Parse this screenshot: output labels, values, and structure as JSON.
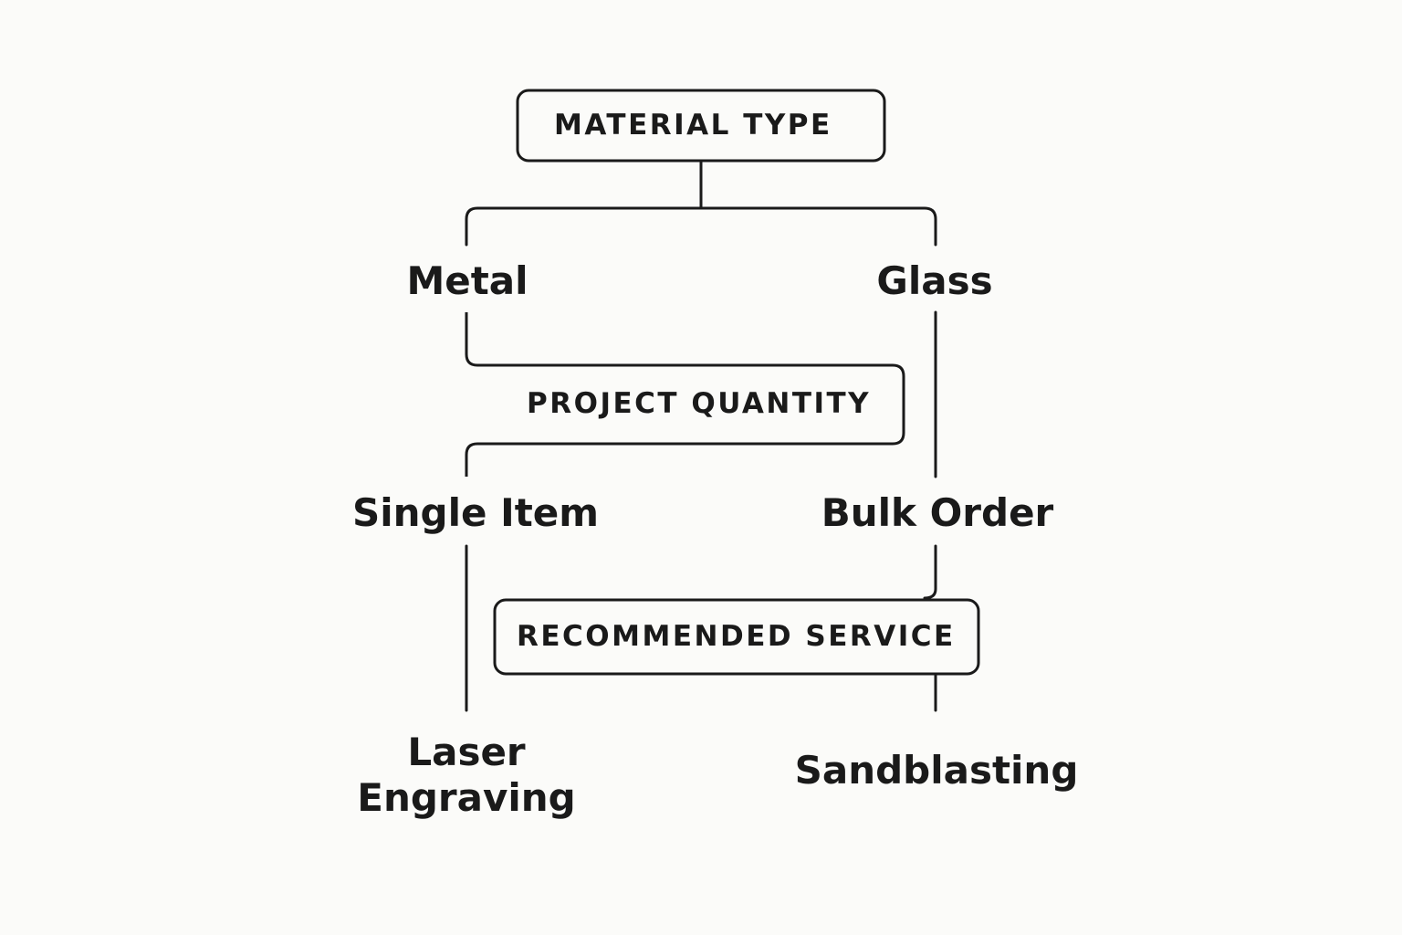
{
  "decision_boxes": {
    "material_type": "MATERIAL TYPE",
    "project_quantity": "PROJECT QUANTITY",
    "recommended_service": "RECOMMENDED SERVICE"
  },
  "options": {
    "metal": "Metal",
    "glass": "Glass",
    "single_item": "Single Item",
    "bulk_order": "Bulk Order"
  },
  "services": {
    "laser_engraving_line1": "Laser",
    "laser_engraving_line2": "Engraving",
    "sandblasting": "Sandblasting"
  },
  "colors": {
    "stroke": "#1a1a1a",
    "background": "#fbfbf9"
  }
}
